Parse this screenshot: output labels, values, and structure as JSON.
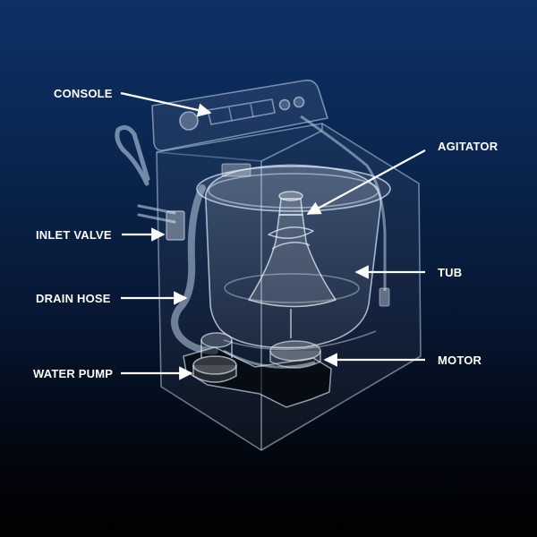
{
  "diagram": {
    "labels": {
      "console": "CONSOLE",
      "agitator": "AGITATOR",
      "inlet_valve": "INLET VALVE",
      "tub": "TUB",
      "drain_hose": "DRAIN HOSE",
      "motor": "MOTOR",
      "water_pump": "WATER PUMP"
    }
  },
  "colors": {
    "background_top": "#0c3166",
    "background_bottom": "#000000",
    "outline": "#b9cde6",
    "label_text": "#ffffff"
  }
}
